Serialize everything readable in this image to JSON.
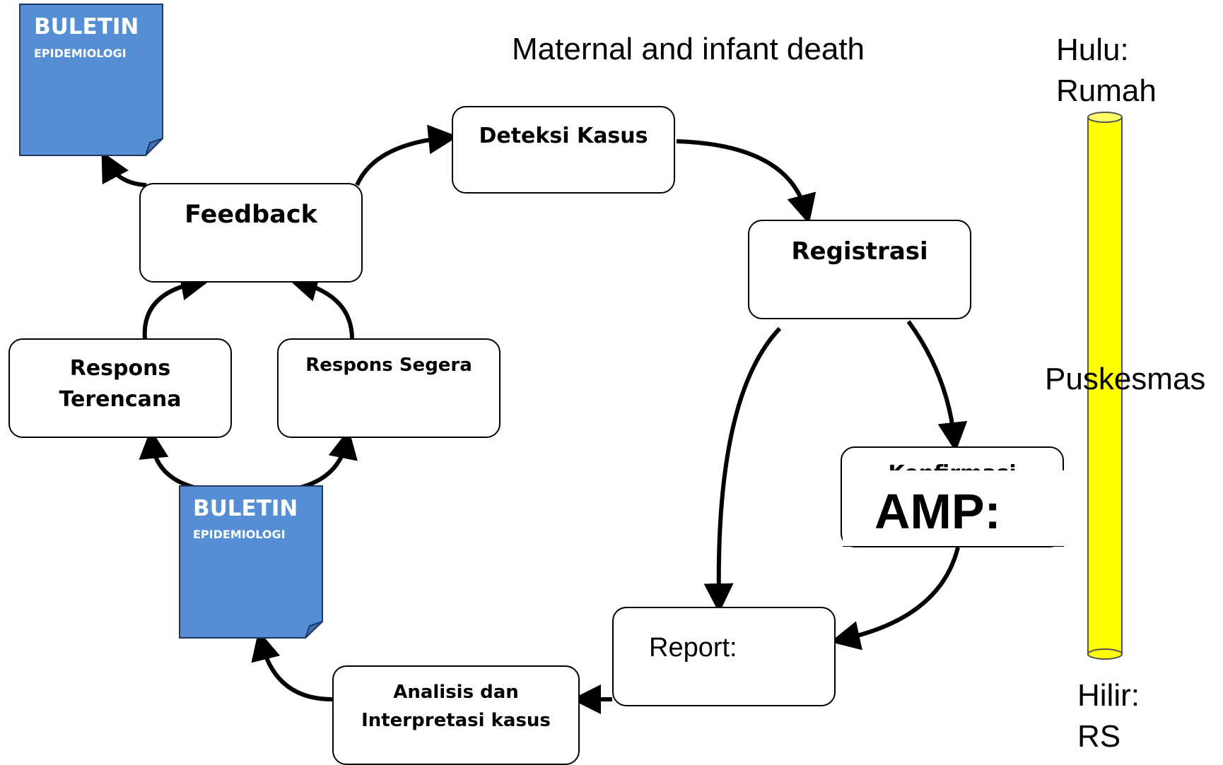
{
  "title": "Maternal and infant death",
  "nodes": {
    "deteksi": "Deteksi Kasus",
    "registrasi": "Registrasi",
    "konfirmasi": "Konfirmasi",
    "amp": "AMP:",
    "report": "Report:",
    "analisis_line1": "Analisis dan",
    "analisis_line2": "Interpretasi kasus",
    "feedback": "Feedback",
    "respons_terencana_line1": "Respons",
    "respons_terencana_line2": "Terencana",
    "respons_segera": "Respons Segera"
  },
  "bulletins": {
    "title": "BULETIN",
    "subtitle": "EPIDEMIOLOGI",
    "fill_color": "#558ed5"
  },
  "scale": {
    "hulu_line1": "Hulu:",
    "hulu_line2": "Rumah",
    "middle": "Puskesmas",
    "hilir_line1": "Hilir:",
    "hilir_line2": "RS",
    "bar_color": "#ffff00"
  }
}
